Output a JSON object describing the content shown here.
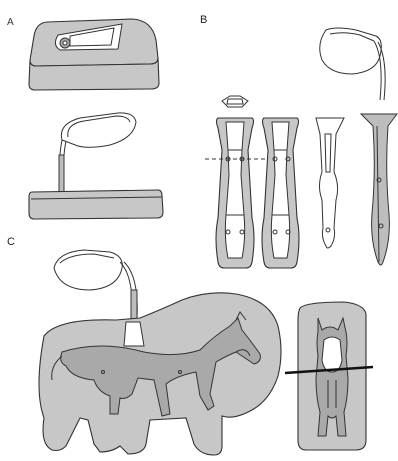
{
  "figure": {
    "panel_labels": {
      "a": "A",
      "b": "B",
      "c": "C"
    }
  }
}
